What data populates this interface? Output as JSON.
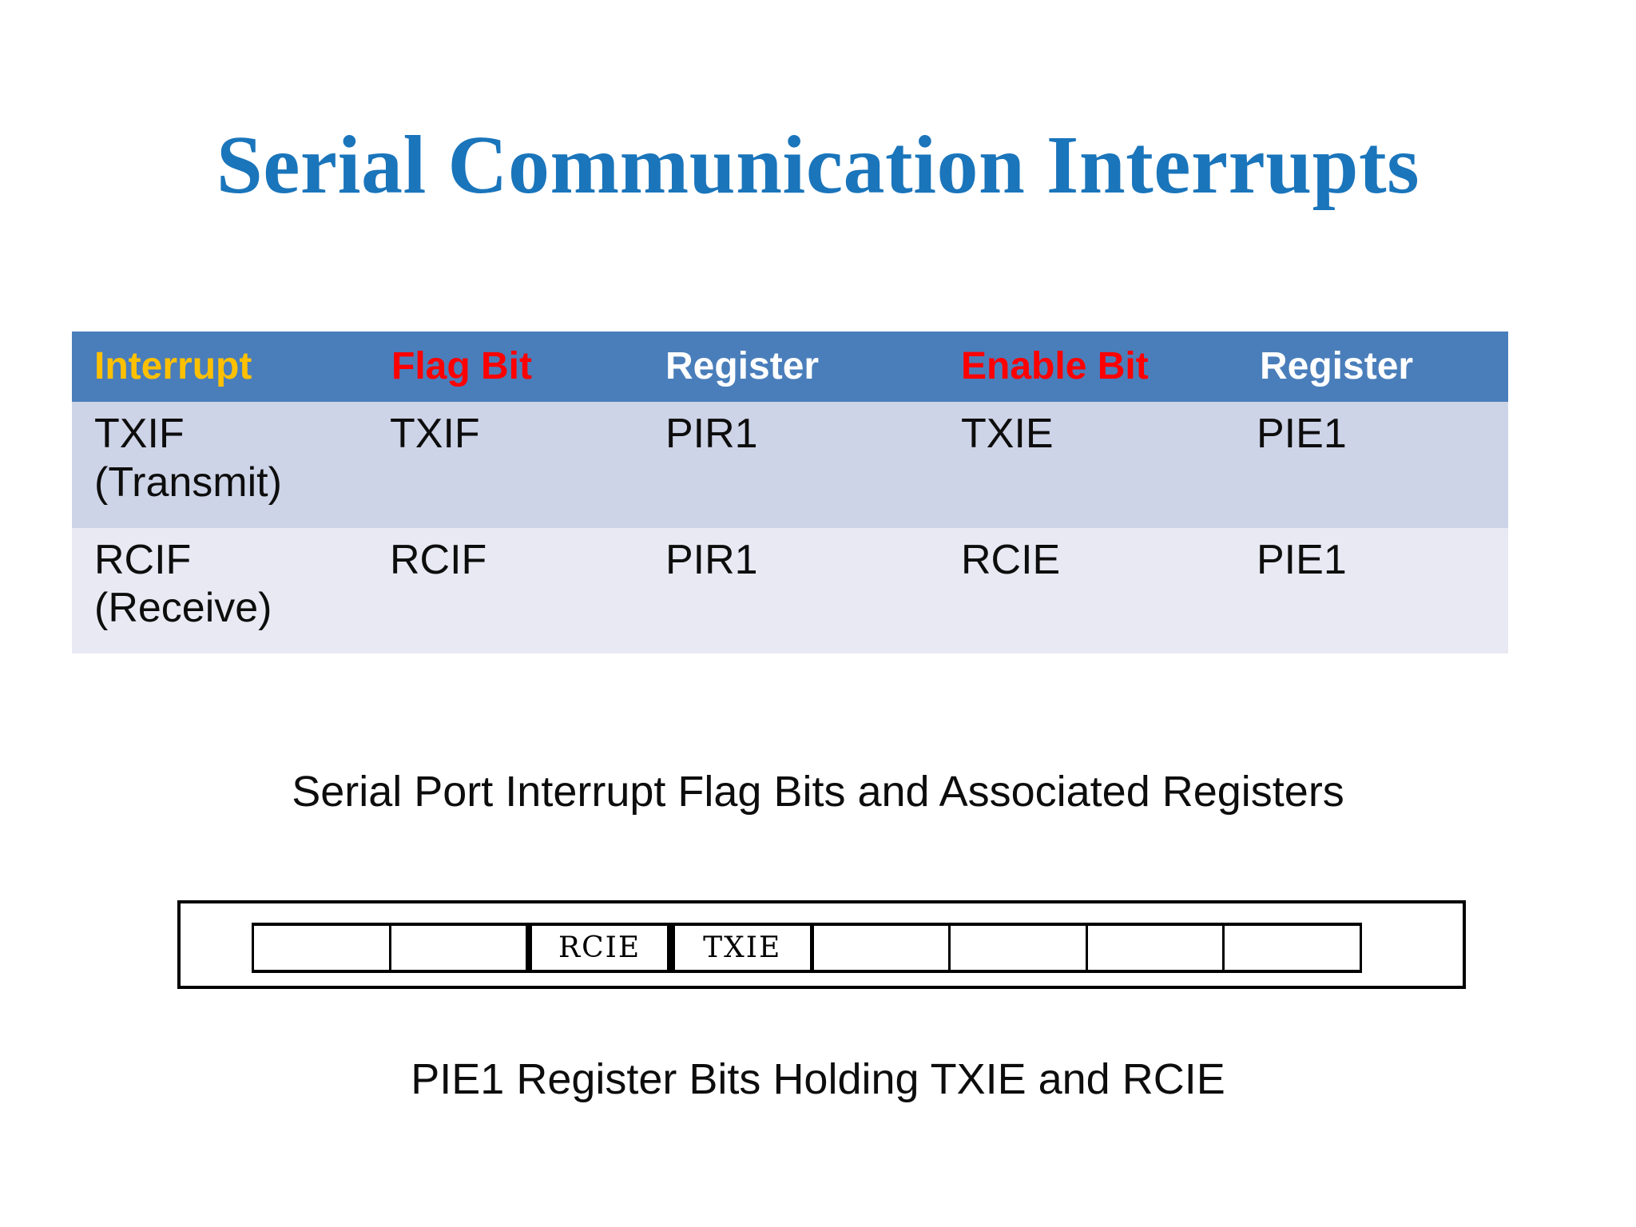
{
  "slide": {
    "title": "Serial Communication Interrupts"
  },
  "table": {
    "headers": [
      {
        "label": "Interrupt",
        "color": "#ffc000"
      },
      {
        "label": "Flag Bit",
        "color": "#ff0000"
      },
      {
        "label": "Register",
        "color": "#ffffff"
      },
      {
        "label": "Enable Bit",
        "color": "#ff0000"
      },
      {
        "label": "Register",
        "color": "#ffffff"
      }
    ],
    "rows": [
      {
        "interrupt_line1": "TXIF",
        "interrupt_line2": "(Transmit)",
        "flag_bit": "TXIF",
        "flag_register": "PIR1",
        "enable_bit": "TXIE",
        "enable_register": "PIE1"
      },
      {
        "interrupt_line1": "RCIF",
        "interrupt_line2": "(Receive)",
        "flag_bit": "RCIF",
        "flag_register": "PIR1",
        "enable_bit": "RCIE",
        "enable_register": "PIE1"
      }
    ],
    "caption": "Serial Port Interrupt Flag Bits and Associated Registers",
    "header_background": "#4a7ebb",
    "row_background_odd": "#ced4e7",
    "row_background_even": "#e9e9f3"
  },
  "register_diagram": {
    "bits": [
      {
        "label": "",
        "highlighted": false
      },
      {
        "label": "",
        "highlighted": false
      },
      {
        "label": "RCIE",
        "highlighted": true
      },
      {
        "label": "TXIE",
        "highlighted": true
      },
      {
        "label": "",
        "highlighted": false
      },
      {
        "label": "",
        "highlighted": false
      },
      {
        "label": "",
        "highlighted": false
      },
      {
        "label": "",
        "highlighted": false
      }
    ],
    "caption": "PIE1 Register Bits Holding TXIE and RCIE"
  },
  "colors": {
    "title_blue": "#1a75bb",
    "accent_orange": "#ffc000",
    "accent_red": "#ff0000",
    "header_blue": "#4a7ebb",
    "text_black": "#0d0d0d"
  }
}
